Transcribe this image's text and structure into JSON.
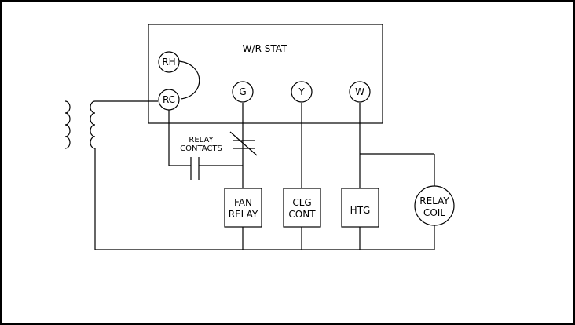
{
  "thermostat": {
    "title": "W/R STAT"
  },
  "terminals": {
    "rh": "RH",
    "rc": "RC",
    "g": "G",
    "y": "Y",
    "w": "W"
  },
  "relay_contacts": {
    "line1": "RELAY",
    "line2": "CONTACTS"
  },
  "loads": {
    "fan_relay": {
      "line1": "FAN",
      "line2": "RELAY"
    },
    "clg_cont": {
      "line1": "CLG",
      "line2": "CONT"
    },
    "htg": {
      "line1": "HTG"
    },
    "relay_coil": {
      "line1": "RELAY",
      "line2": "COIL"
    }
  }
}
